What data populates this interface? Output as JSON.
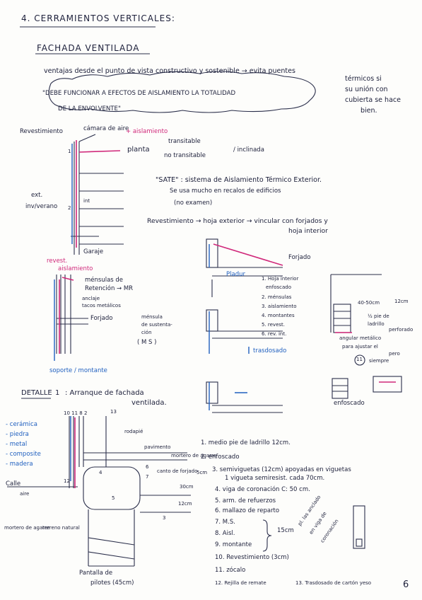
{
  "page": {
    "heading": "4. CERRAMIENTOS VERTICALES:",
    "page_number": "6"
  },
  "fachada": {
    "title": "FACHADA VENTILADA",
    "advantages_line1": "ventajas desde el punto de vista constructivo y sostenible → evita puentes",
    "advantages_line2": "térmicos si",
    "advantages_line3": "su unión con",
    "advantages_line4": "cubierta se hace",
    "advantages_line5": "bien.",
    "quote_line1": "\"DEBE FUNCIONAR A EFECTOS DE AISLAMIENTO LA TOTALIDAD",
    "quote_line2": "DE LA ENVOLVENTE\""
  },
  "sketch1": {
    "revestimiento": "Revestimiento",
    "camara": "cámara de aire",
    "aislamiento": "+ aislamiento",
    "planta": "planta",
    "transitable": "transitable",
    "no_transitable": "no transitable",
    "inclinada": "/ inclinada",
    "ext": "ext.",
    "inv_verano": "inv/verano",
    "num1": "1",
    "num2": "2",
    "int": "int",
    "garaje": "Garaje"
  },
  "sate": {
    "line1": "\"SATE\" : sistema de Aislamiento Térmico Exterior.",
    "line2": "Se usa mucho en recalos de edificios",
    "line3": "(no examen)"
  },
  "revestimiento_note": {
    "line1": "Revestimiento → hoja exterior → vincular con forjados y",
    "line2": "hoja interior"
  },
  "sketch2": {
    "revest": "revest.",
    "aislamiento": "aislamiento",
    "mensulas": "ménsulas de",
    "retencion": "Retención → MR",
    "anclaje": "anclaje",
    "tacos": "tacos metálicos",
    "forjado": "Forjado",
    "mensula_de": "ménsula",
    "sustentacion": "de sustenta-",
    "cion": "ción",
    "ms": "( M S )",
    "soporte": "soporte / montante"
  },
  "section_detail": {
    "forjado": "Forjado",
    "pladur": "Pladur",
    "list1": "1. Hoja interior",
    "list1b": "enfoscado",
    "list2": "2. ménsulas",
    "list3": "3. aislamiento",
    "list4": "4. montantes",
    "list5": "5. revest.",
    "list6": "6. rev. int.",
    "trasdosado": "trasdosado"
  },
  "right_detail": {
    "dim1": "40-50cm",
    "dim2": "12cm",
    "brick1": "½ pie de",
    "brick2": "ladrillo",
    "brick3": "perforado",
    "angle1": "angular metálico",
    "angle2": "para ajustar el",
    "angle3": "pero",
    "angle4": "siempre",
    "circle_num": "11",
    "enfoscado": "enfoscado"
  },
  "detalle": {
    "title": "DETALLE",
    "number": "1",
    "text1": ": Arranque de fachada",
    "text2": "ventilada.",
    "materials": [
      "- cerámica",
      "- piedra",
      "- metal",
      "- composite",
      "- madera"
    ],
    "rodapie": "rodapié",
    "pavimento": "pavimento",
    "mortero_agarre": "mortero de agarre",
    "canto_forjado": "canto de forjado",
    "dim_5cm": "5cm",
    "dim_30cm": "30cm",
    "dim_12cm": "12cm",
    "calle": "Calle",
    "aire": "aire",
    "mortero": "mortero de agarre",
    "terreno": "terreno natural",
    "pantalla1": "Pantalla de",
    "pantalla2": "pilotes (45cm)",
    "nums_top": "10  11  8 2",
    "num13": "13",
    "num6": "6",
    "num7": "7",
    "num4": "4",
    "num12": "12",
    "num3": "3",
    "num5": "5"
  },
  "legend": {
    "i1": "1. medio pie de ladrillo  12cm.",
    "i2": "2. enfoscado",
    "i3": "3. semiviguetas (12cm) apoyadas en viguetas",
    "i3b": "1 vigueta semiresist. cada 70cm.",
    "i4": "4. viga de coronación  C: 50 cm.",
    "i5": "5. arm. de refuerzos",
    "i6": "6. mallazo de reparto",
    "i7": "7. M.S.",
    "i8": "8. Aisl.",
    "i9": "9. montante",
    "brace": "15cm",
    "i10": "10. Revestimiento (3cm)",
    "i11": "11. zócalo",
    "i12": "12. Rejilla de remate",
    "i13": "13. Trasdosado de cartón yeso",
    "side1": "pl. las anclado",
    "side2": "en viga de",
    "side3": "coronación"
  }
}
